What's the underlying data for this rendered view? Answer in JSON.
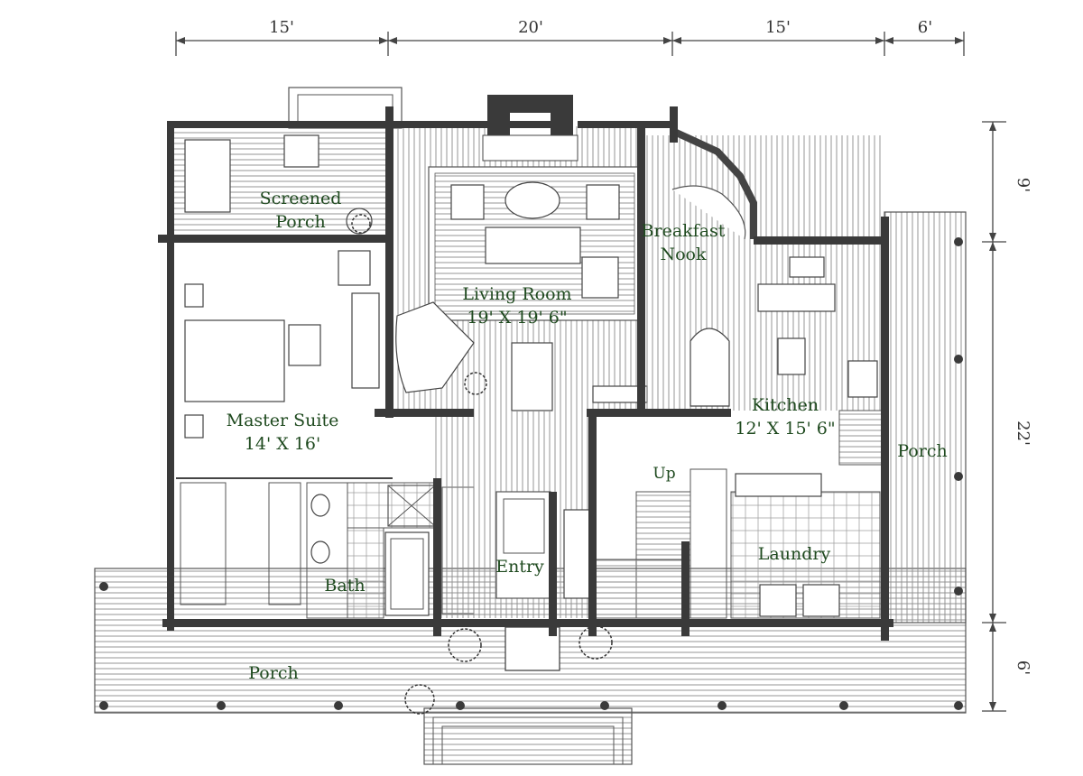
{
  "dimensions": {
    "top": [
      "15'",
      "20'",
      "15'",
      "6'"
    ],
    "right": [
      "9'",
      "22'",
      "6'"
    ]
  },
  "rooms": {
    "screened_porch": [
      "Screened",
      "Porch"
    ],
    "breakfast_nook": [
      "Breakfast",
      "Nook"
    ],
    "living_room": [
      "Living Room",
      "19' X 19' 6\""
    ],
    "master_suite": [
      "Master Suite",
      "14' X 16'"
    ],
    "kitchen": [
      "Kitchen",
      "12' X 15' 6\""
    ],
    "side_porch": "Porch",
    "up": "Up",
    "entry": "Entry",
    "laundry": "Laundry",
    "bath": "Bath",
    "front_porch": "Porch"
  },
  "colors": {
    "label": "#1f4a1f",
    "wall": "#3a3a3a",
    "line": "#555555"
  }
}
